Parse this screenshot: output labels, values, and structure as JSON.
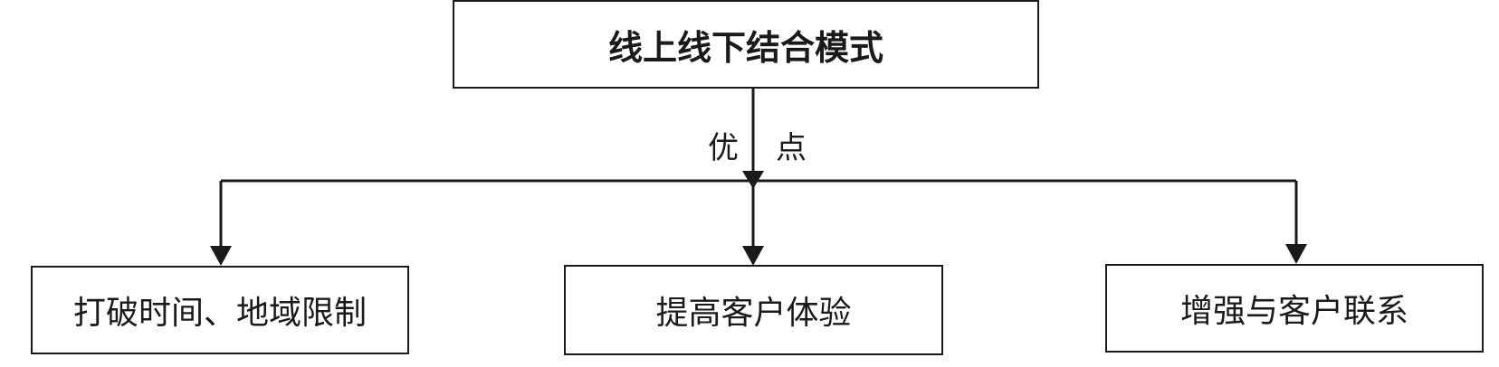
{
  "diagram": {
    "root": "线上线下结合模式",
    "edge_label_left": "优",
    "edge_label_right": "点",
    "children": [
      "打破时间、地域限制",
      "提高客户体验",
      "增强与客户联系"
    ]
  },
  "colors": {
    "line": "#1a1a1a",
    "background": "#ffffff"
  }
}
